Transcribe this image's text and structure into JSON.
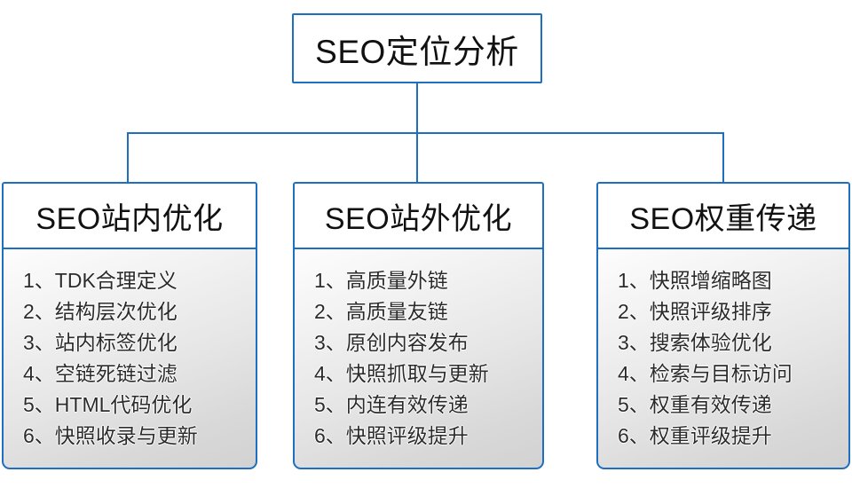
{
  "diagram": {
    "root": {
      "label": "SEO定位分析"
    },
    "accent_color": "#1F6FC0",
    "branches": [
      {
        "title": "SEO站内优化",
        "items": [
          {
            "index": "1、",
            "text": "TDK合理定义"
          },
          {
            "index": "2、",
            "text": "结构层次优化"
          },
          {
            "index": "3、",
            "text": "站内标签优化"
          },
          {
            "index": "4、",
            "text": "空链死链过滤"
          },
          {
            "index": "5、",
            "text": "HTML代码优化"
          },
          {
            "index": "6、",
            "text": "快照收录与更新"
          }
        ]
      },
      {
        "title": "SEO站外优化",
        "items": [
          {
            "index": "1、",
            "text": "高质量外链"
          },
          {
            "index": "2、",
            "text": "高质量友链"
          },
          {
            "index": "3、",
            "text": "原创内容发布"
          },
          {
            "index": "4、",
            "text": "快照抓取与更新"
          },
          {
            "index": "5、",
            "text": "内连有效传递"
          },
          {
            "index": "6、",
            "text": "快照评级提升"
          }
        ]
      },
      {
        "title": "SEO权重传递",
        "items": [
          {
            "index": "1、",
            "text": "快照增缩略图"
          },
          {
            "index": "2、",
            "text": "快照评级排序"
          },
          {
            "index": "3、",
            "text": "搜索体验优化"
          },
          {
            "index": "4、",
            "text": "检索与目标访问"
          },
          {
            "index": "5、",
            "text": "权重有效传递"
          },
          {
            "index": "6、",
            "text": "权重评级提升"
          }
        ]
      }
    ]
  }
}
